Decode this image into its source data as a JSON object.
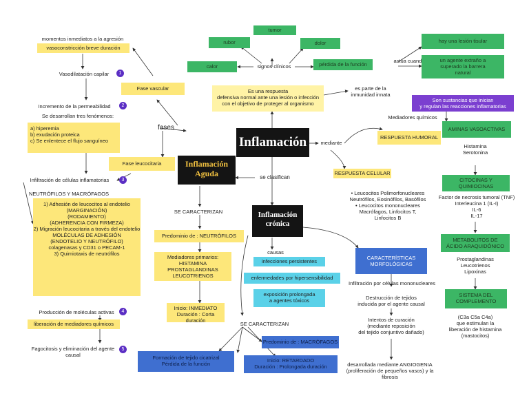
{
  "center": {
    "title": "Inflamación",
    "mediante": "mediante"
  },
  "signs": {
    "center": "signos clínicos",
    "tumor": "tumor",
    "rubor": "rubor",
    "dolor": "dolor",
    "calor": "calor",
    "perdida": "pérdida de la función"
  },
  "definition": "Es una respuesta\ndefensiva normal ante una lesión o infección\ncon el objetivo de proteger al organismo",
  "immune": {
    "label": "es parte de la\ninmunidad innata",
    "actua": "actúa cuando",
    "lesion": "hay una lesión tisular",
    "agente": "un agente extraño a\nsuperado la barrera\nnatural"
  },
  "aguda": {
    "title": "Inflamación\nAguda",
    "fases": "fases",
    "clasifican": "se clasifican",
    "se_caracterizan": "SE CARACTERIZAN",
    "fase_vascular": "Fase vascular",
    "fase_leucocitaria": "Fase leucocitaria",
    "momentos": "momentos inmediatos a la agresión",
    "vasoconstriccion": "vasoconstricción breve duración",
    "vasodilatacion": "Vasodilatación capilar",
    "incremento": "Incremento de la permeabilidad",
    "tres": "Se desarrollan tres fenómenos:",
    "fenomenos": "a) hiperemia\nb) exudación proteica\nc) Se enlentece el flujo sanguíneo",
    "infiltracion": "Infiltración de células inflamatorias",
    "neutrofilos_head": "NEUTRÓFILOS Y MACRÓFAGOS",
    "neutrofilos_box": "1) Adhesión de leucocitos al endotelio\n(MARGINACIÓN)\n(RODAMIENTO)\n(ADHERENCIA CON FIRMEZA)\n2) Migración leucocitaria a través del endotelio\nMOLÉCULAS DE ADHESIÓN\n(ENDOTELIO Y NEUTRÓFILO)\ncolagenasas y CD31 o PECAM-1\n3) Quimiotaxis de neutrófilos",
    "produccion": "Producción de moléculas activas",
    "liberacion": "liberación de mediadores químicos",
    "fagocitosis": "Fagocitosis y eliminación del agente causal",
    "predominio": "Predominio de : NEUTRÓFILOS",
    "mediadores": "Mediadores primarios:\nHISTAMINA\nPROSTAGLANDINAS\nLEUCOTRIENOS",
    "inicio": "Inicio: INMEDIATO\nDuración : Corta duración"
  },
  "nums": [
    "1",
    "2",
    "3",
    "4",
    "5"
  ],
  "cronica": {
    "title": "Inflamación\ncrónica",
    "causas": "causas",
    "infecciones": "infecciones persistentes",
    "hiper": "enfermedades por hipersensibilidad",
    "exposicion": "exposición prolongada\na agentes tóxicos",
    "se_caracterizan": "SE CARACTERIZAN",
    "predominio": "Predominio de : MACRÓFAGOS",
    "inicio": "Inicio: RETARDADO\nDuración : Prolongada duración",
    "formacion": "Formación de tejido cicatrizal\nPérdida de la función",
    "caracteristicas": "CARACTERÍSTICAS\nMORFOLÓGICAS",
    "infiltracion": "Infiltración por células mononucleares",
    "destruccion": "Destrucción de tejidos\ninducida por el agente causal",
    "intentos": "Intentos de curación\n(mediante reposición\ndel tejido conjuntivo dañado)",
    "angiogenia": "desarrollada mediante ANGIOGENIA\n(proliferación de pequeños vasos) y la fibrosis"
  },
  "celular": {
    "title": "RESPUESTA CELULAR",
    "body": "• Leucocitos Polimorfonucleares\nNeutrófilos, Eosinófilos, Basófilos\n• Leucocitos mononucleares\nMacrófagos, Linfocitos T,\nLinfocitos B"
  },
  "humoral": {
    "title": "RESPUESTA HUMORAL",
    "mediadores": "Mediadores químicos",
    "sustancias": "Son sustancias que inician\ny regulan las reacciones inflamatorias",
    "aminas": "AMINAS VASOACTIVAS",
    "aminas_list": "Histamina\nSerotonina",
    "citocinas": "CITOCINAS Y\nQUIMIOCINAS",
    "citocinas_list": "Factor de necrosis tumoral (TNF)\nInterleucina 1 (IL-I)\nIL-6\nIL-17",
    "metabolitos": "METABOLITOS DE\nÁCIDO ARAQUIDÓNICO",
    "metabolitos_list": "Prostaglandinas\nLeucotrienos\nLipoxinas",
    "complemento": "SISTEMA DEL\nCOMPLEMENTO",
    "complemento_list": "(C3a C5a C4a)\nque estimulan la\nliberación de histamina\n(mastocitos)"
  }
}
